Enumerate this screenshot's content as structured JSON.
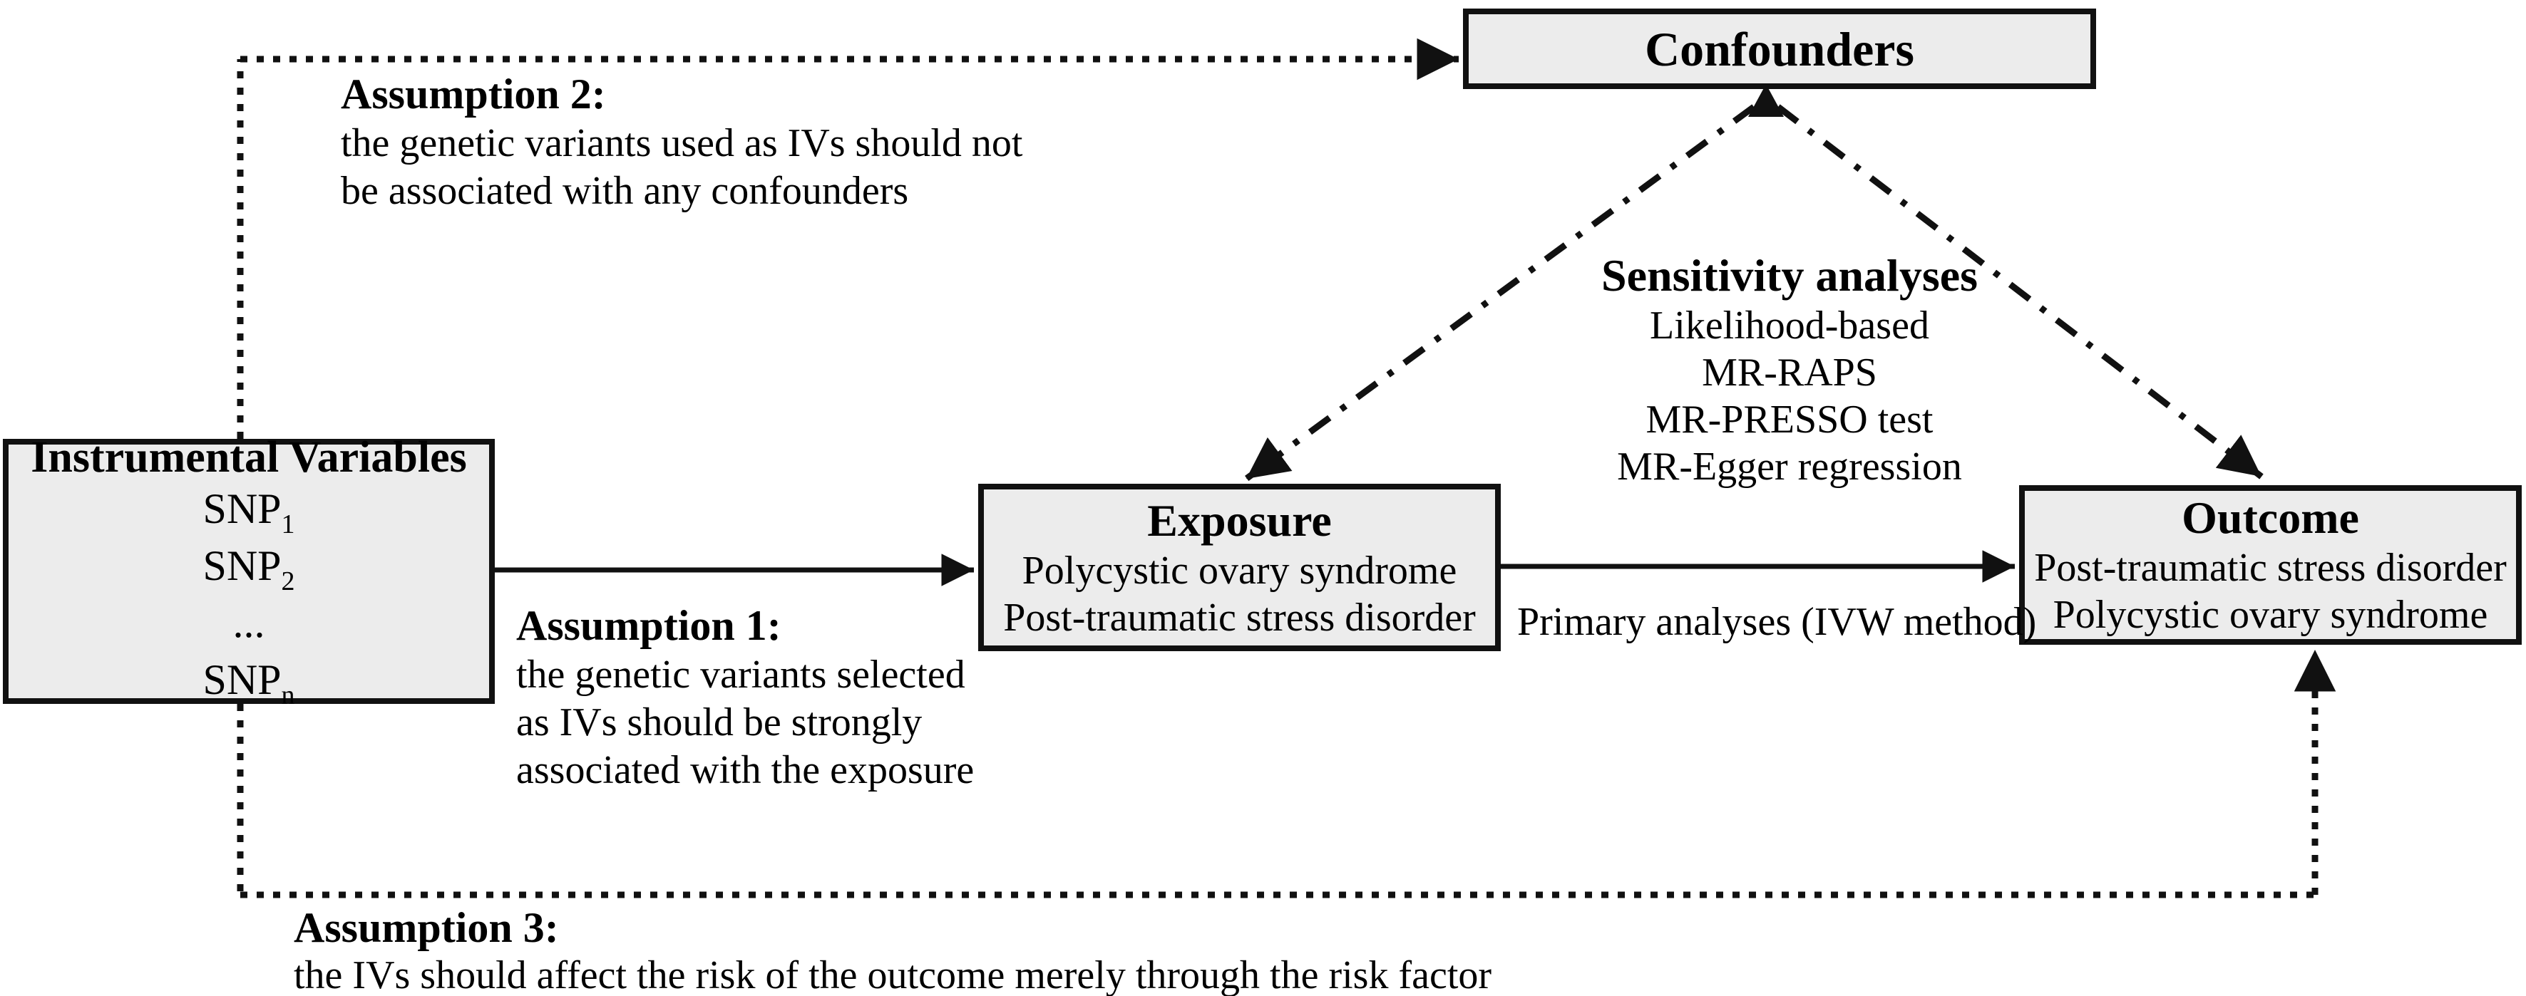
{
  "diagram": {
    "confounders": {
      "title": "Confounders"
    },
    "iv": {
      "title": "Instrumental Variables",
      "snps": [
        {
          "base": "SNP",
          "sub": "1"
        },
        {
          "base": "SNP",
          "sub": "2"
        },
        {
          "base": "...",
          "sub": ""
        },
        {
          "base": "SNP",
          "sub": "n"
        }
      ]
    },
    "exposure": {
      "title": "Exposure",
      "lines": [
        "Polycystic ovary syndrome",
        "Post-traumatic stress disorder"
      ]
    },
    "outcome": {
      "title": "Outcome",
      "lines": [
        "Post-traumatic stress disorder",
        "Polycystic ovary syndrome"
      ]
    },
    "assumption1": {
      "title": "Assumption 1:",
      "lines": [
        "the genetic variants selected",
        "as IVs should be strongly",
        "associated with the exposure"
      ]
    },
    "assumption2": {
      "title": "Assumption 2:",
      "lines": [
        "the genetic variants used as IVs should not",
        "be associated with any confounders"
      ]
    },
    "assumption3": {
      "title": "Assumption 3:",
      "lines": [
        "the IVs should affect the risk of the outcome merely through the risk factor"
      ]
    },
    "sensitivity": {
      "title": "Sensitivity analyses",
      "methods": [
        "Likelihood-based",
        "MR-RAPS",
        "MR-PRESSO test",
        "MR-Egger regression"
      ]
    },
    "primary_label": "Primary analyses (IVW method)",
    "colors": {
      "background": "#ffffff",
      "box_fill": "#ececec",
      "line": "#111111",
      "text": "#000000"
    }
  }
}
